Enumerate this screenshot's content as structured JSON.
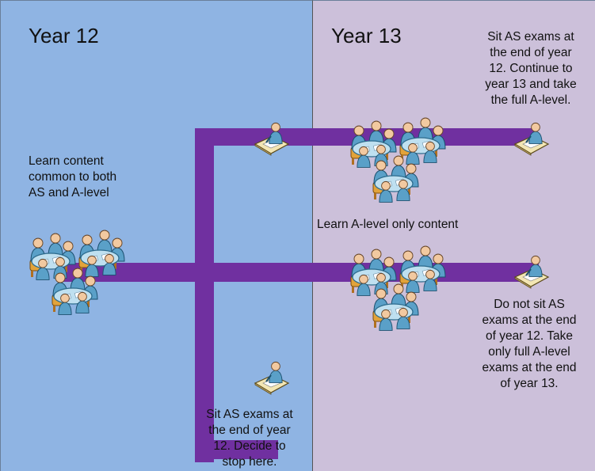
{
  "panels": {
    "year12": {
      "title": "Year 12",
      "color": "#8fb4e3"
    },
    "year13": {
      "title": "Year 13",
      "color": "#ccc0da"
    }
  },
  "path_color": "#7030a0",
  "notes": {
    "common_content": [
      "Learn content",
      "common to both",
      "AS and A-level"
    ],
    "alevel_only": "Learn A-level only content",
    "as_then_alevel": [
      "Sit AS exams at",
      "the end of year",
      "12. Continue to",
      "year 13 and take",
      "the full A-level."
    ],
    "no_as": [
      "Do not sit AS",
      "exams at the end",
      "of year 12. Take",
      "only full A-level",
      "exams at the end",
      "of year 13."
    ],
    "as_stop": [
      "Sit AS exams at",
      "the end of year",
      "12. Decide to",
      "stop here."
    ]
  },
  "icons": {
    "group": "classroom-group-icon",
    "desk": "student-at-desk-icon"
  }
}
